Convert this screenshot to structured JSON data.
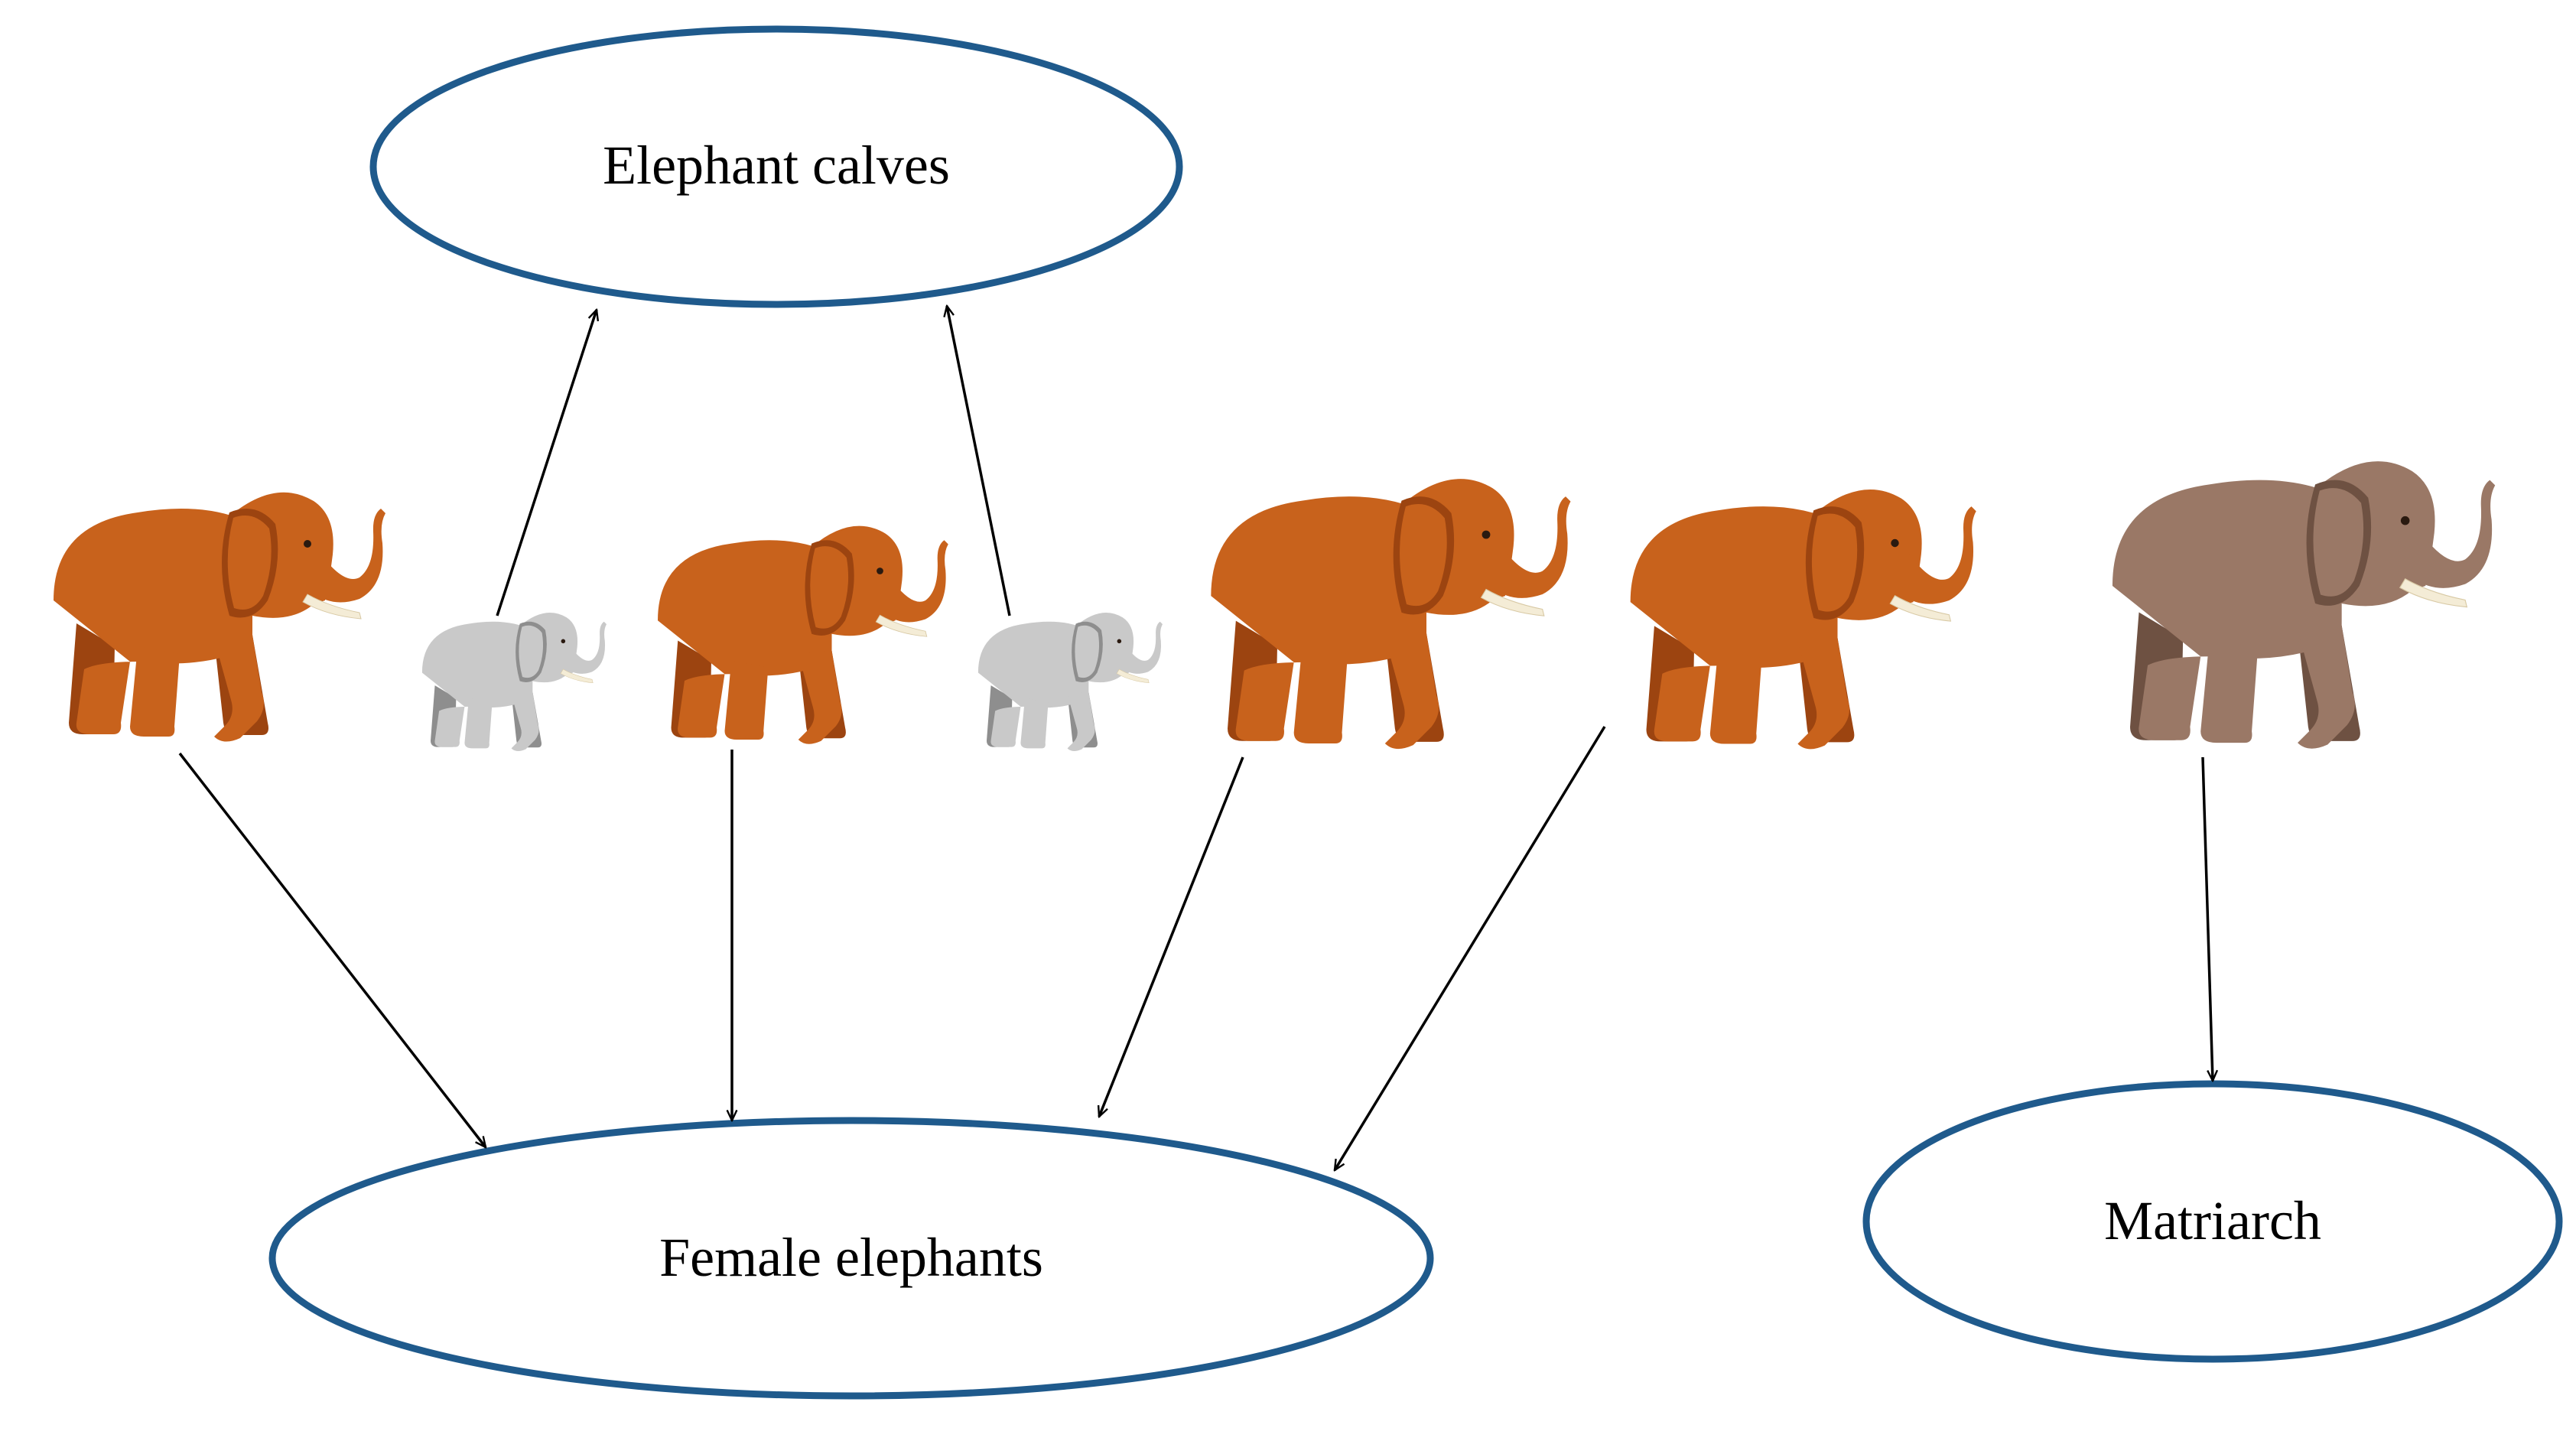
{
  "nodes": {
    "calves": {
      "label": "Elephant calves"
    },
    "females": {
      "label": "Female elephants"
    },
    "matriarch": {
      "label": "Matriarch"
    }
  },
  "colors": {
    "ellipse_stroke": "#1f5a8c",
    "adult_female_fill": "#c8621c",
    "adult_female_shade": "#9c4410",
    "calf_fill": "#c9c9c9",
    "calf_shade": "#8e8e8e",
    "matriarch_fill": "#9a7866",
    "matriarch_shade": "#6e5142",
    "tusk": "#f4ecd6",
    "arrow": "#000000"
  },
  "icons": {
    "adult_female": "elephant-icon",
    "calf": "elephant-calf-icon",
    "matriarch": "elephant-matriarch-icon"
  }
}
